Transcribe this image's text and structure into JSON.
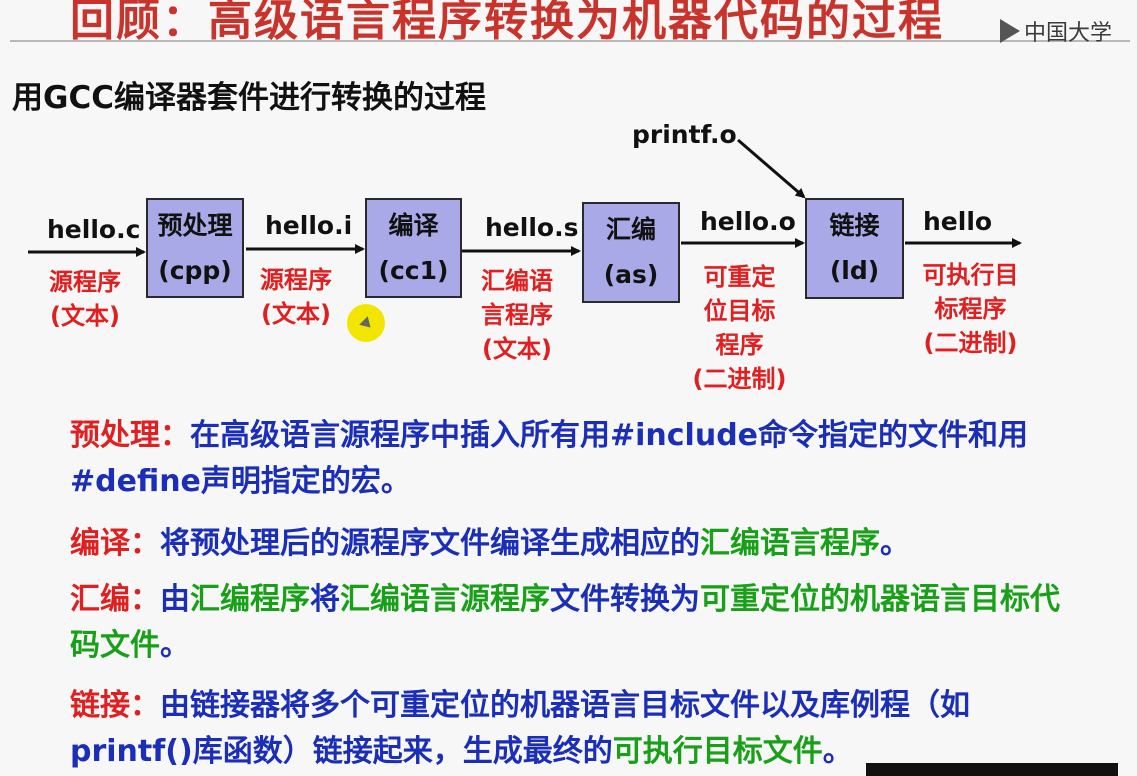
{
  "slide": {
    "title": "回顾：高级语言程序转换为机器代码的过程",
    "watermark": "中国大学",
    "subtitle": "用GCC编译器套件进行转换的过程"
  },
  "diagram": {
    "extra_input": "printf.o",
    "files": [
      {
        "name": "hello.c",
        "desc": "源程序\n(文本)"
      },
      {
        "name": "hello.i",
        "desc": "源程序\n(文本)"
      },
      {
        "name": "hello.s",
        "desc": "汇编语\n言程序\n(文本)"
      },
      {
        "name": "hello.o",
        "desc": "可重定\n位目标\n程序\n(二进制)"
      },
      {
        "name": "hello",
        "desc": "可执行目\n标程序\n(二进制)"
      }
    ],
    "stages": [
      {
        "name": "预处理",
        "cmd": "(cpp)"
      },
      {
        "name": "编译",
        "cmd": "(cc1)"
      },
      {
        "name": "汇编",
        "cmd": "(as)"
      },
      {
        "name": "链接",
        "cmd": "(ld)"
      }
    ]
  },
  "explanations": {
    "preprocess": {
      "term": "预处理",
      "colon": "：",
      "text": "在高级语言源程序中插入所有用#include命令指定的文件和用#define声明指定的宏。"
    },
    "compile": {
      "term": "编译",
      "colon": "：",
      "t1": "将预处理后的源程序文件编译生成相应的",
      "g1": "汇编语言程序",
      "t2": "。"
    },
    "assemble": {
      "term": "汇编",
      "colon": "：",
      "t1": "由",
      "g1": "汇编程序",
      "t2": "将",
      "g2": "汇编语言源程序",
      "t3": "文件转换为",
      "g3": "可重定位的机器语言目标代码文件",
      "t4": "。"
    },
    "link": {
      "term": "链接",
      "colon": "：",
      "t1": "由链接器将多个可重定位的机器语言目标文件以及库例程（如printf()库函数）链接起来，生成最终的",
      "g1": "可执行目标文件",
      "t2": "。"
    }
  },
  "colors": {
    "title": "#c8342c",
    "term_red": "#e02020",
    "body_blue": "#1a2eb8",
    "highlight_green": "#18a018",
    "stage_box": "#a9a9e8"
  }
}
